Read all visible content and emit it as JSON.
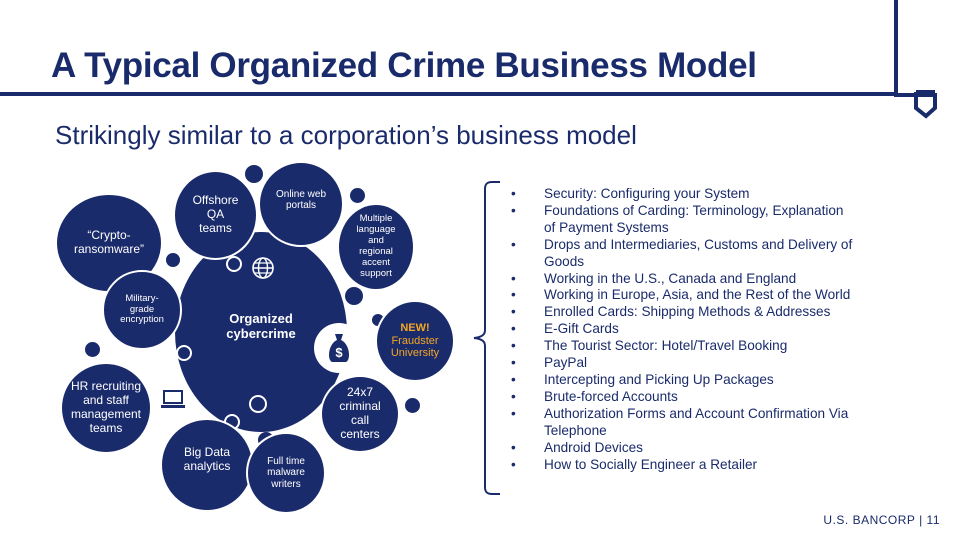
{
  "slide": {
    "title": "A Typical Organized Crime Business Model",
    "subtitle": "Strikingly similar to a corporation’s business model"
  },
  "diagram": {
    "center": "Organized cybercrime",
    "bubbles": {
      "offshore_qa": "Offshore QA teams",
      "online_portals": "Online web portals",
      "crypto_ransomware": "“Crypto-ransomware”",
      "multiple_language": "Multiple language and regional accent support",
      "military_encryption": "Military-grade encryption",
      "new_label": "NEW!",
      "fraudster_university": "Fraudster University",
      "hr_recruiting": "HR recruiting and staff management teams",
      "call_centers": "24x7 criminal call centers",
      "big_data": "Big Data analytics",
      "malware_writers": "Full time malware writers"
    },
    "icons": [
      "globe-icon",
      "money-bag-icon",
      "laptop-icon"
    ],
    "money_symbol": "$"
  },
  "topics": [
    "Security: Configuring your System",
    "Foundations of Carding: Terminology, Explanation of Payment Systems",
    "Drops and Intermediaries, Customs and Delivery of Goods",
    "Working in the U.S., Canada and England",
    "Working in Europe, Asia, and the Rest of the World",
    "Enrolled Cards: Shipping Methods & Addresses",
    "E-Gift Cards",
    "The Tourist Sector: Hotel/Travel Booking",
    "PayPal",
    "Intercepting and Picking Up Packages",
    "Brute-forced Accounts",
    "Authorization Forms and Account Confirmation Via Telephone",
    "Android Devices",
    "How to Socially Engineer a Retailer"
  ],
  "footer": {
    "brand": "U.S. BANCORP",
    "page": "11"
  },
  "colors": {
    "navy": "#1a2b6b",
    "accent": "#f5a623"
  }
}
